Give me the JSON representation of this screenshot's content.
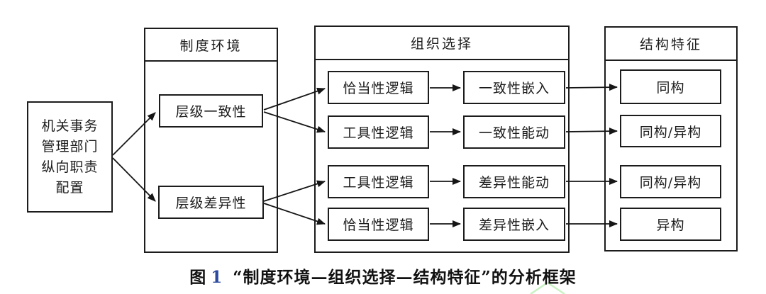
{
  "figure": {
    "source": {
      "line1": "机关事务",
      "line2": "管理部门",
      "line3": "纵向职责",
      "line4": "配置"
    },
    "col_env": {
      "title": "制度环境",
      "item1": "层级一致性",
      "item2": "层级差异性"
    },
    "col_choice": {
      "title": "组织选择",
      "r1c1": "恰当性逻辑",
      "r1c2": "一致性嵌入",
      "r2c1": "工具性逻辑",
      "r2c2": "一致性能动",
      "r3c1": "工具性逻辑",
      "r3c2": "差异性能动",
      "r4c1": "恰当性逻辑",
      "r4c2": "差异性嵌入"
    },
    "col_struct": {
      "title": "结构特征",
      "item1": "同构",
      "item2": "同构/异构",
      "item3": "同构/异构",
      "item4": "异构"
    },
    "caption": {
      "fig_label": "图",
      "fig_number": "1",
      "text": "“制度环境—组织选择—结构特征”的分析框架"
    },
    "edges": [
      {
        "from": "机关事务管理部门纵向职责配置",
        "to": "层级一致性"
      },
      {
        "from": "机关事务管理部门纵向职责配置",
        "to": "层级差异性"
      },
      {
        "from": "层级一致性",
        "to": "恰当性逻辑"
      },
      {
        "from": "层级一致性",
        "to": "工具性逻辑"
      },
      {
        "from": "层级差异性",
        "to": "工具性逻辑"
      },
      {
        "from": "层级差异性",
        "to": "恰当性逻辑"
      },
      {
        "from": "恰当性逻辑",
        "to": "一致性嵌入"
      },
      {
        "from": "工具性逻辑",
        "to": "一致性能动"
      },
      {
        "from": "工具性逻辑",
        "to": "差异性能动"
      },
      {
        "from": "恰当性逻辑",
        "to": "差异性嵌入"
      },
      {
        "from": "一致性嵌入",
        "to": "同构"
      },
      {
        "from": "一致性能动",
        "to": "同构/异构"
      },
      {
        "from": "差异性能动",
        "to": "同构/异构"
      },
      {
        "from": "差异性嵌入",
        "to": "异构"
      }
    ]
  },
  "colors": {
    "line": "#161616",
    "figure_number": "#2b4a9f",
    "watermark_green": "#c9f2c3"
  }
}
